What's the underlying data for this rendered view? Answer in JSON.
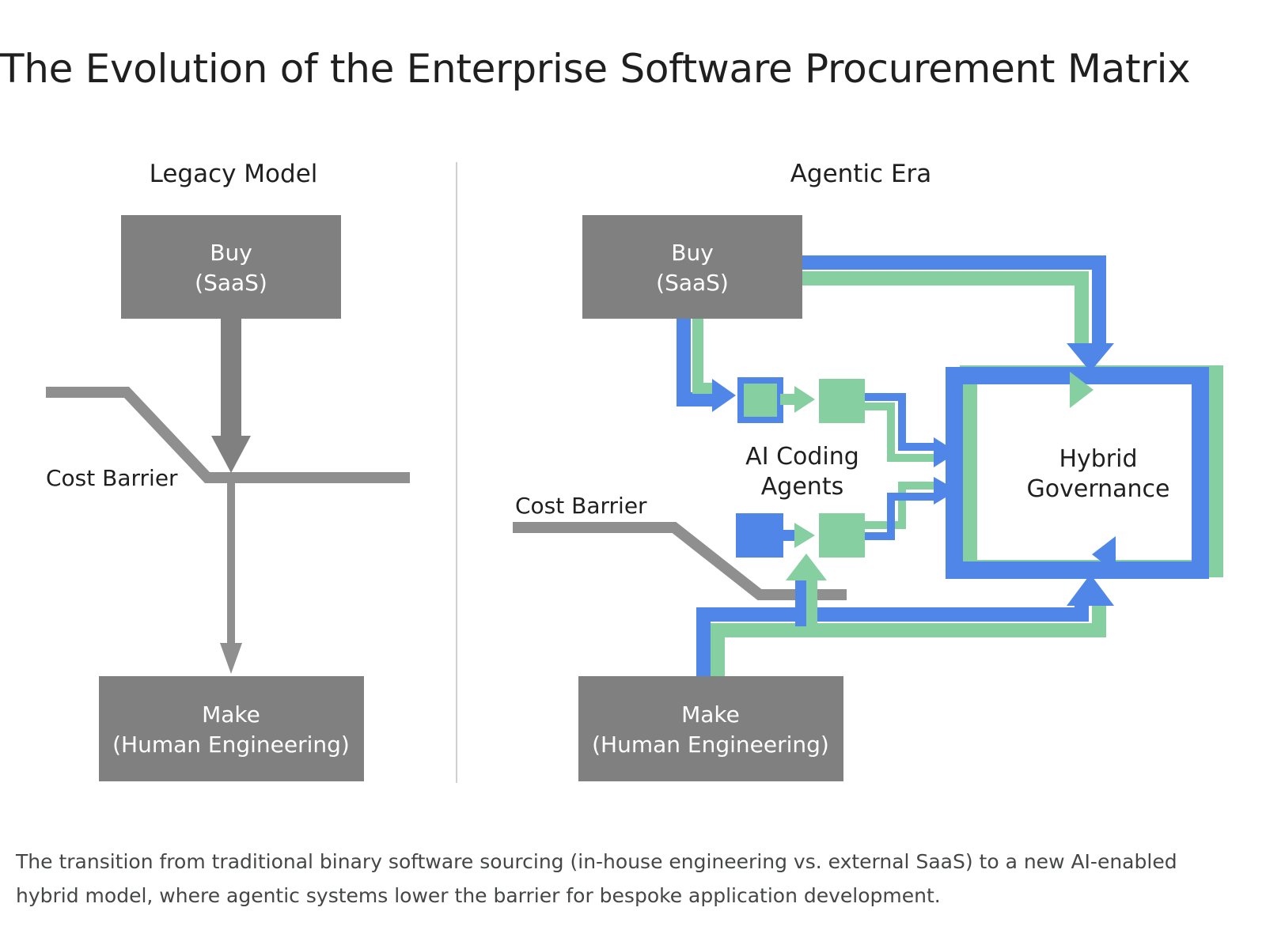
{
  "title": "The Evolution of the Enterprise Software Procurement Matrix",
  "caption": "The transition from traditional binary software sourcing (in-house engineering vs. external SaaS) to a new AI-enabled hybrid model, where agentic systems lower the barrier for bespoke application development.",
  "colors": {
    "box": "#808080",
    "line": "#8f8f8f",
    "blue": "#4f86e8",
    "green": "#86cfa1",
    "text": "#1f1f1f",
    "box_text": "#ffffff",
    "divider": "#d0d0d0"
  },
  "legacy": {
    "heading": "Legacy Model",
    "buy": {
      "line1": "Buy",
      "line2": "(SaaS)"
    },
    "make": {
      "line1": "Make",
      "line2": "(Human Engineering)"
    },
    "cost_barrier": "Cost Barrier"
  },
  "agentic": {
    "heading": "Agentic Era",
    "buy": {
      "line1": "Buy",
      "line2": "(SaaS)"
    },
    "make": {
      "line1": "Make",
      "line2": "(Human Engineering)"
    },
    "cost_barrier": "Cost Barrier",
    "agents": {
      "line1": "AI Coding",
      "line2": "Agents"
    },
    "governance": {
      "line1": "Hybrid",
      "line2": "Governance"
    }
  }
}
